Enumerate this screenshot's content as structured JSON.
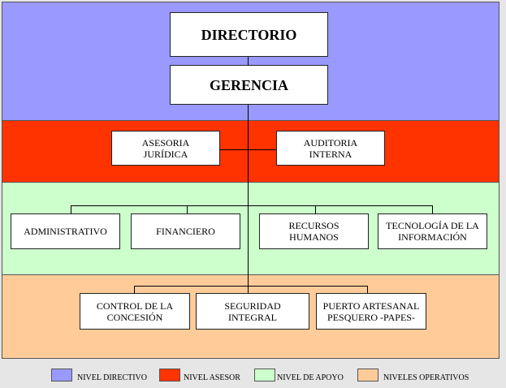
{
  "colors": {
    "nivel_directivo": "#9999ff",
    "nivel_asesor": "#ff3300",
    "nivel_apoyo": "#ccffcc",
    "niveles_operativos": "#ffcc99"
  },
  "nodes": {
    "directorio": "DIRECTORIO",
    "gerencia": "GERENCIA",
    "asesoria_juridica": "ASESORIA\nJURÍDICA",
    "auditoria_interna": "AUDITORIA\nINTERNA",
    "administrativo": "ADMINISTRATIVO",
    "financiero": "FINANCIERO",
    "recursos_humanos": "RECURSOS\nHUMANOS",
    "tecnologia": "TECNOLOGÍA DE LA\nINFORMACIÓN",
    "control_concesion": "CONTROL DE LA\nCONCESIÓN",
    "seguridad_integral": "SEGURIDAD\nINTEGRAL",
    "puerto_artesanal": "PUERTO ARTESANAL\nPESQUERO -PAPES-"
  },
  "legend": {
    "directivo": "NIVEL DIRECTIVO",
    "asesor": "NIVEL ASESOR",
    "apoyo": "NIVEL DE APOYO",
    "operativos": "NIVELES OPERATIVOS"
  }
}
